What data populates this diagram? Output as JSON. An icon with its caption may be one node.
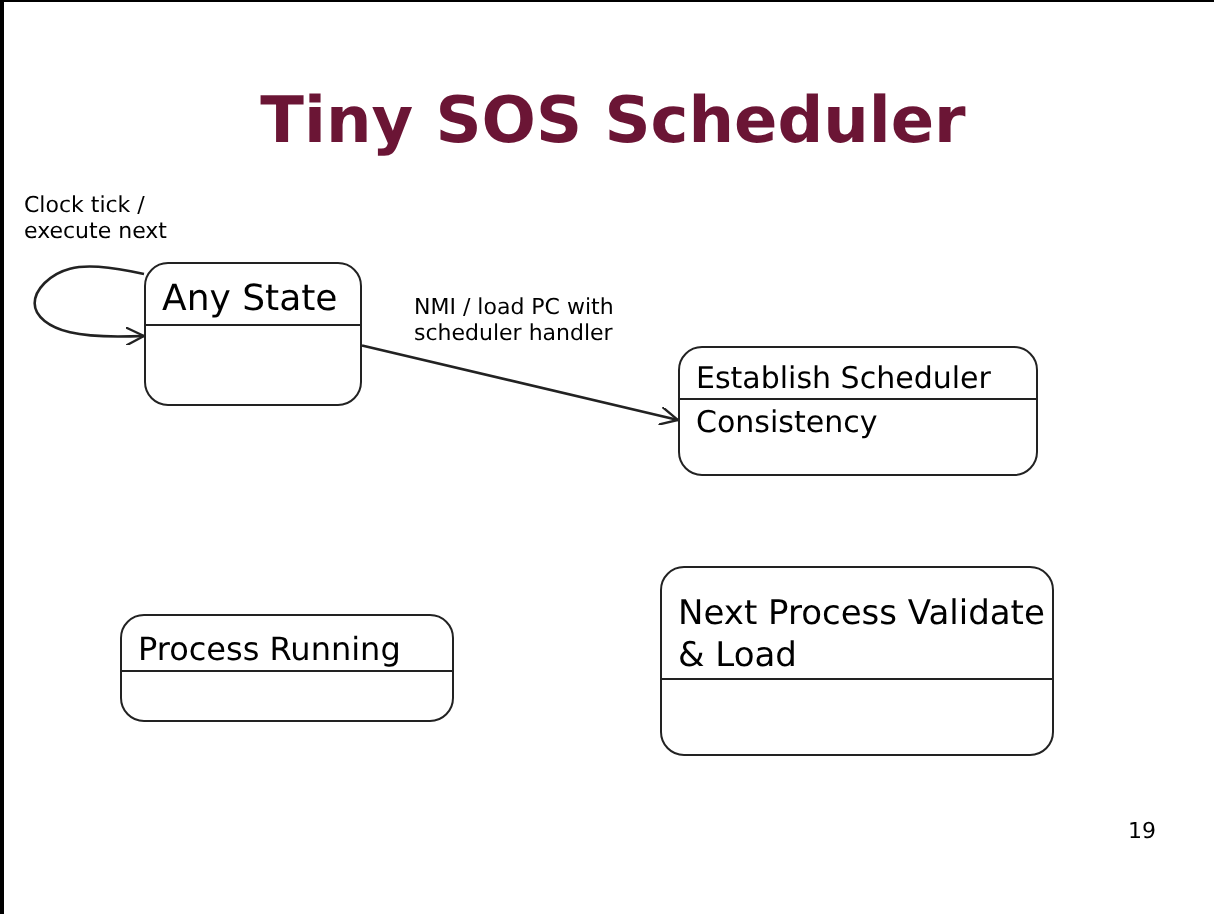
{
  "diagram": {
    "title": "Tiny SOS Scheduler",
    "nodes": [
      {
        "text": [
          "Any State"
        ]
      },
      {
        "text": [
          "Establish Scheduler",
          "Consistency"
        ]
      },
      {
        "text": [
          "Process Running"
        ]
      },
      {
        "text": [
          "Next Process Validate & Load"
        ]
      }
    ],
    "edges": [
      {
        "from": 0,
        "to": 0,
        "arrow": "to",
        "label": "Clock tick / execute next"
      },
      {
        "from": 0,
        "to": 1,
        "arrow": "to",
        "label": "NMI / load PC with scheduler handler"
      }
    ],
    "labels": [
      "19"
    ]
  }
}
